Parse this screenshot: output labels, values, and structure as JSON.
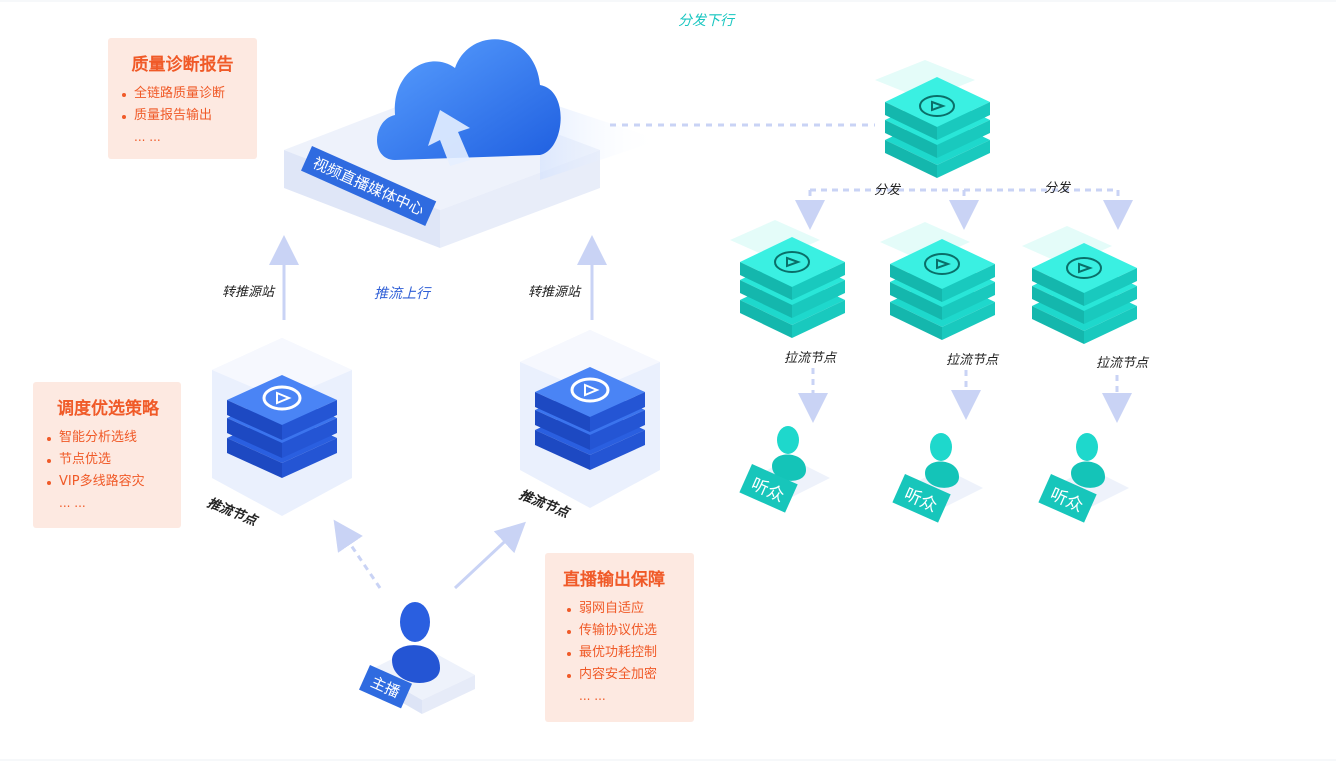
{
  "title_down": "分发下行",
  "title_up": "推流上行",
  "media_center": {
    "label": "视频直播媒体中心"
  },
  "cards": {
    "quality": {
      "title": "质量诊断报告",
      "items": [
        "全链路质量诊断",
        "质量报告输出"
      ],
      "more": "... ..."
    },
    "schedule": {
      "title": "调度优选策略",
      "items": [
        "智能分析选线",
        "节点优选",
        "VIP多线路容灾"
      ],
      "more": "... ..."
    },
    "output": {
      "title": "直播输出保障",
      "items": [
        "弱网自适应",
        "传输协议优选",
        "最优功耗控制",
        "内容安全加密"
      ],
      "more": "... ..."
    }
  },
  "edges": {
    "relay_left": "转推源站",
    "relay_right": "转推源站",
    "dist_left": "分发",
    "dist_right": "分发"
  },
  "push_nodes": [
    {
      "label": "推流节点"
    },
    {
      "label": "推流节点"
    }
  ],
  "pull_nodes": [
    {
      "label": "拉流节点"
    },
    {
      "label": "拉流节点"
    },
    {
      "label": "拉流节点"
    }
  ],
  "listeners": [
    {
      "label": "听众"
    },
    {
      "label": "听众"
    },
    {
      "label": "听众"
    }
  ],
  "anchor": {
    "label": "主播"
  },
  "colors": {
    "blue": "#2f6be0",
    "teal": "#1ee3d6",
    "orange": "#f05a28",
    "card_bg": "#fde9e1",
    "arrow": "#c9d3f5"
  }
}
